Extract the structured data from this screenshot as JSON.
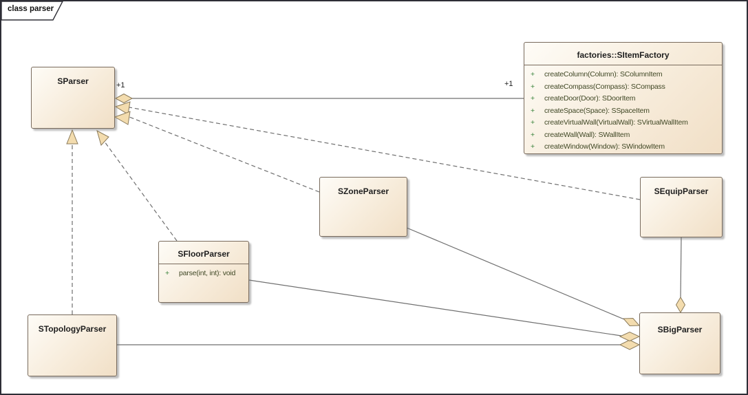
{
  "frame": {
    "label": "class parser"
  },
  "classes": {
    "sparser": {
      "name": "SParser"
    },
    "factory": {
      "name": "factories::SItemFactory",
      "methods": [
        {
          "vis": "+",
          "sig": "createColumn(Column): SColumnItem"
        },
        {
          "vis": "+",
          "sig": "createCompass(Compass): SCompass"
        },
        {
          "vis": "+",
          "sig": "createDoor(Door): SDoorItem"
        },
        {
          "vis": "+",
          "sig": "createSpace(Space): SSpaceItem"
        },
        {
          "vis": "+",
          "sig": "createVirtualWall(VirtualWall): SVirtualWallItem"
        },
        {
          "vis": "+",
          "sig": "createWall(Wall): SWallItem"
        },
        {
          "vis": "+",
          "sig": "createWindow(Window): SWindowItem"
        }
      ]
    },
    "zone": {
      "name": "SZoneParser"
    },
    "floor": {
      "name": "SFloorParser",
      "methods": [
        {
          "vis": "+",
          "sig": "parse(int, int): void"
        }
      ]
    },
    "topology": {
      "name": "STopologyParser"
    },
    "equip": {
      "name": "SEquipParser"
    },
    "big": {
      "name": "SBigParser"
    }
  },
  "labels": {
    "sparser_multiplicity": "+1",
    "factory_multiplicity": "+1"
  },
  "colors": {
    "box_fill_light": "#fefcf7",
    "box_fill_dark": "#f1dfc6",
    "box_border": "#786a5c",
    "connector_line": "#6f6f6f",
    "shape_fill": "#f3dcae",
    "shape_stroke": "#8a7a5a",
    "operation_text": "#3f4724",
    "visibility_marker": "#2f7d32",
    "frame_border": "#2e2e36"
  }
}
